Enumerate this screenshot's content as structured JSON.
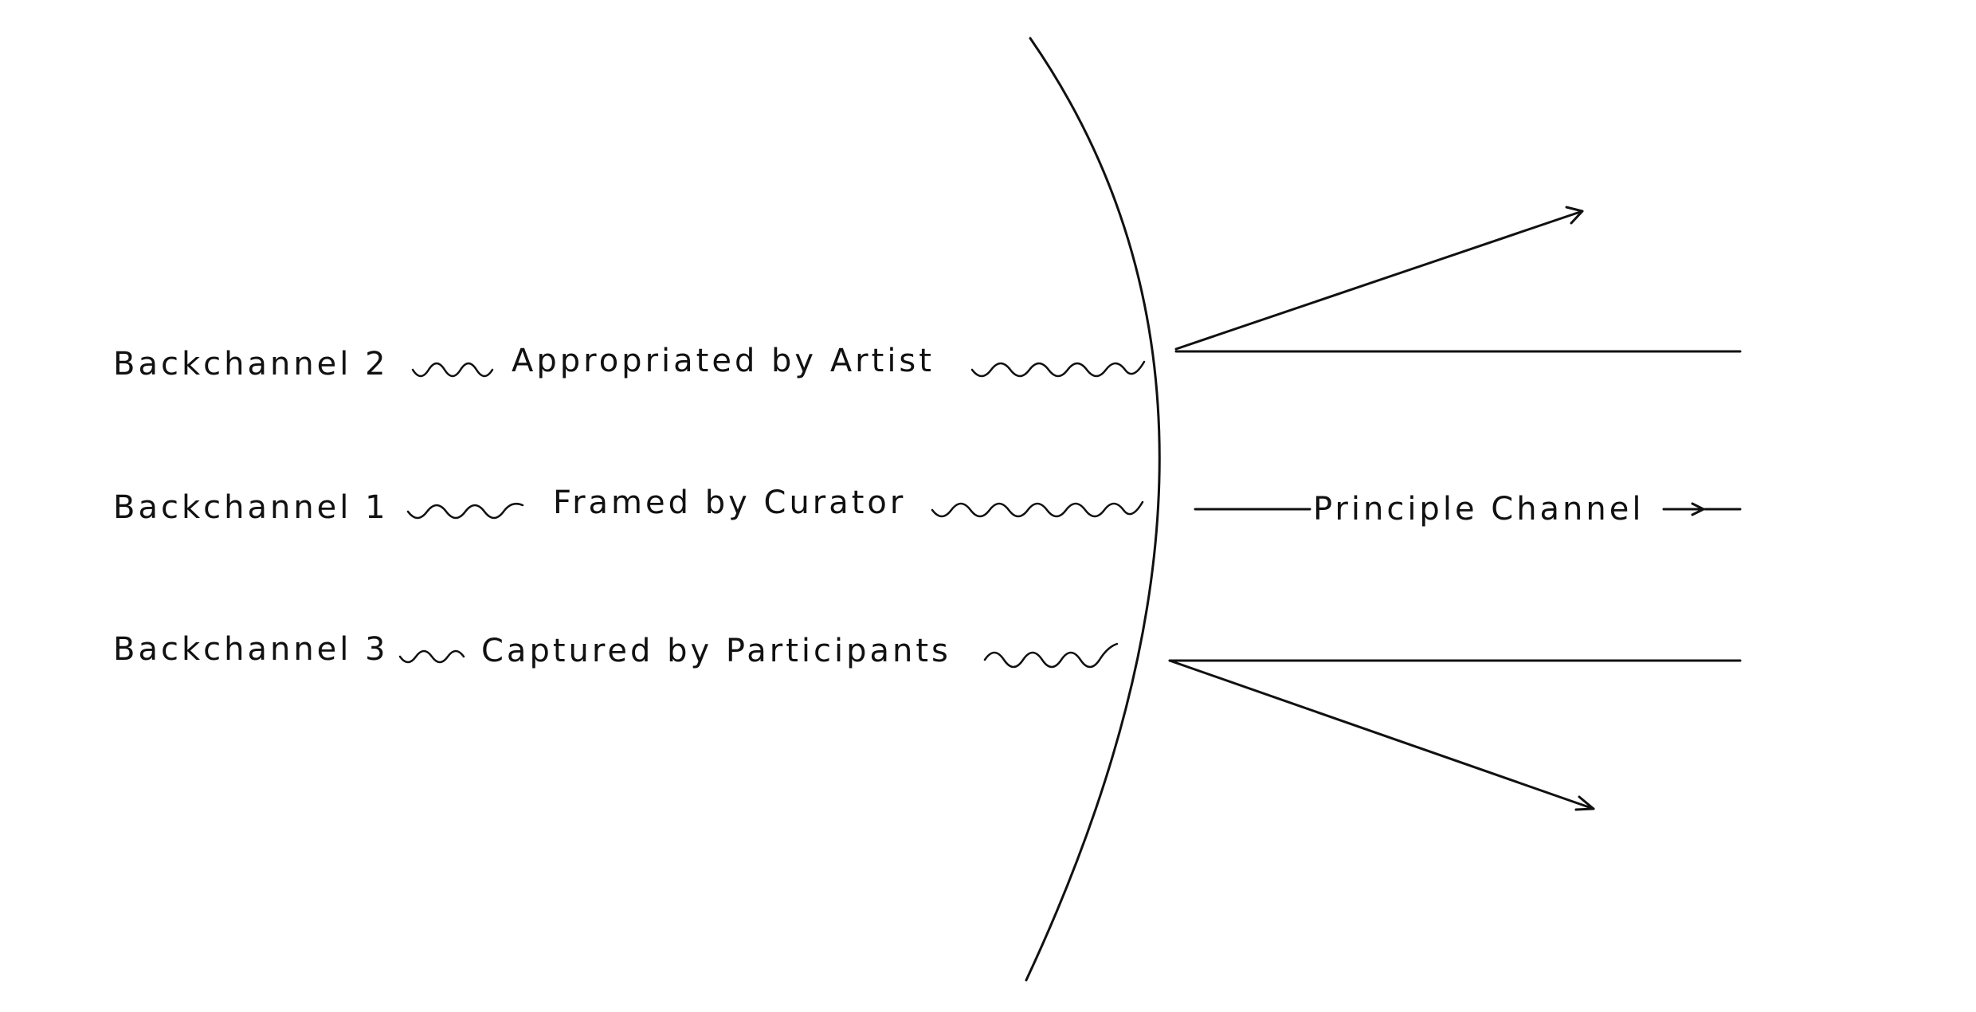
{
  "backchannels": [
    {
      "name": "Backchannel 2",
      "description": "Appropriated by Artist"
    },
    {
      "name": "Backchannel 1",
      "description": "Framed by Curator"
    },
    {
      "name": "Backchannel 3",
      "description": "Captured by Participants"
    }
  ],
  "principle_channel": {
    "label": "Principle Channel"
  }
}
